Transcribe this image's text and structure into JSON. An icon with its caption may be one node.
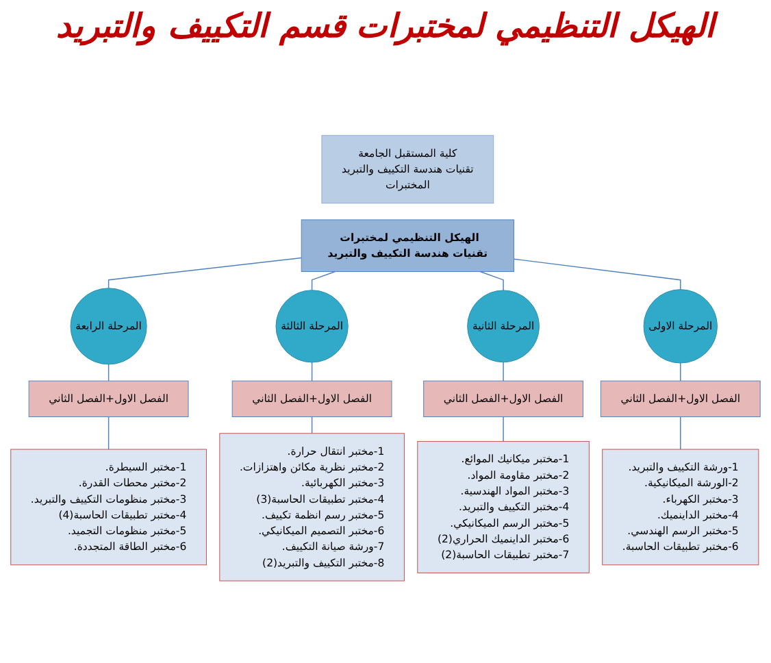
{
  "diagram": {
    "title": "الهيكل التنظيمي لمختبرات قسم التكييف والتبريد",
    "nodes": [
      {
        "text": [
          "كلية المستقبل الجامعة",
          "تقنيات هندسة التكييف والتبريد",
          "المختبرات"
        ]
      },
      {
        "text": [
          "الهيكل التنظيمي لمختبرات تقنيات هندسة التكييف والتبريد"
        ]
      },
      {
        "text": [
          "المرحلة الاولى"
        ]
      },
      {
        "text": [
          "المرحلة الثانية"
        ]
      },
      {
        "text": [
          "المرحلة الثالثة"
        ]
      },
      {
        "text": [
          "المرحلة الرابعة"
        ]
      },
      {
        "text": [
          "الفصل الاول+الفصل الثاني"
        ]
      },
      {
        "text": [
          "الفصل الاول+الفصل الثاني"
        ]
      },
      {
        "text": [
          "الفصل الاول+الفصل الثاني"
        ]
      },
      {
        "text": [
          "الفصل الاول+الفصل الثاني"
        ]
      },
      {
        "text": [
          "1-ورشة التكييف والتبريد.",
          "2-الورشة الميكانيكية.",
          "3-مختبر الكهرباء.",
          "4-مختبر الداينميك.",
          "5-مختبر الرسم الهندسي.",
          "6-مختبر تطبيقات الحاسبة."
        ]
      },
      {
        "text": [
          "1-مختبر ميكانيك الموائع.",
          "2-مختبر مقاومة المواد.",
          "3-مختبر المواد الهندسية.",
          "4-مختبر التكييف والتبريد.",
          "5-مختبر الرسم الميكانيكي.",
          "6-مختبر الداينميك الحراري(2)",
          "7-مختبر تطبيقات الحاسبة(2)"
        ]
      },
      {
        "text": [
          "1-مختبر انتقال حرارة.",
          "2-مختبر نظرية مكائن واهتزازات.",
          "3-مختبر الكهربائية.",
          "4-مختبر تطبيقات الحاسبة(3)",
          "5-مختبر رسم انظمة تكييف.",
          "6-مختبر التصميم الميكانيكي.",
          "7-ورشة صيانة التكييف.",
          "8-مختبر التكييف والتبريد(2)"
        ]
      },
      {
        "text": [
          "1-مختبر السيطرة.",
          "2-مختبر محطات القدرة.",
          "3-مختبر منظومات التكييف والتبريد.",
          "4-مختبر تطبيقات الحاسبة(4)",
          "5-مختبر منظومات التجميد.",
          "6-مختبر الطاقة المتجددة."
        ]
      }
    ],
    "edges": [
      {
        "from": 1,
        "to": 5,
        "arrow": "none"
      },
      {
        "from": 1,
        "to": 4,
        "arrow": "none"
      },
      {
        "from": 1,
        "to": 3,
        "arrow": "none"
      },
      {
        "from": 1,
        "to": 2,
        "arrow": "none"
      },
      {
        "from": 5,
        "to": 9,
        "arrow": "none"
      },
      {
        "from": 4,
        "to": 8,
        "arrow": "none"
      },
      {
        "from": 3,
        "to": 7,
        "arrow": "none"
      },
      {
        "from": 2,
        "to": 6,
        "arrow": "none"
      },
      {
        "from": 9,
        "to": 13,
        "arrow": "none"
      },
      {
        "from": 8,
        "to": 12,
        "arrow": "none"
      },
      {
        "from": 7,
        "to": 11,
        "arrow": "none"
      },
      {
        "from": 6,
        "to": 10,
        "arrow": "none"
      }
    ]
  }
}
